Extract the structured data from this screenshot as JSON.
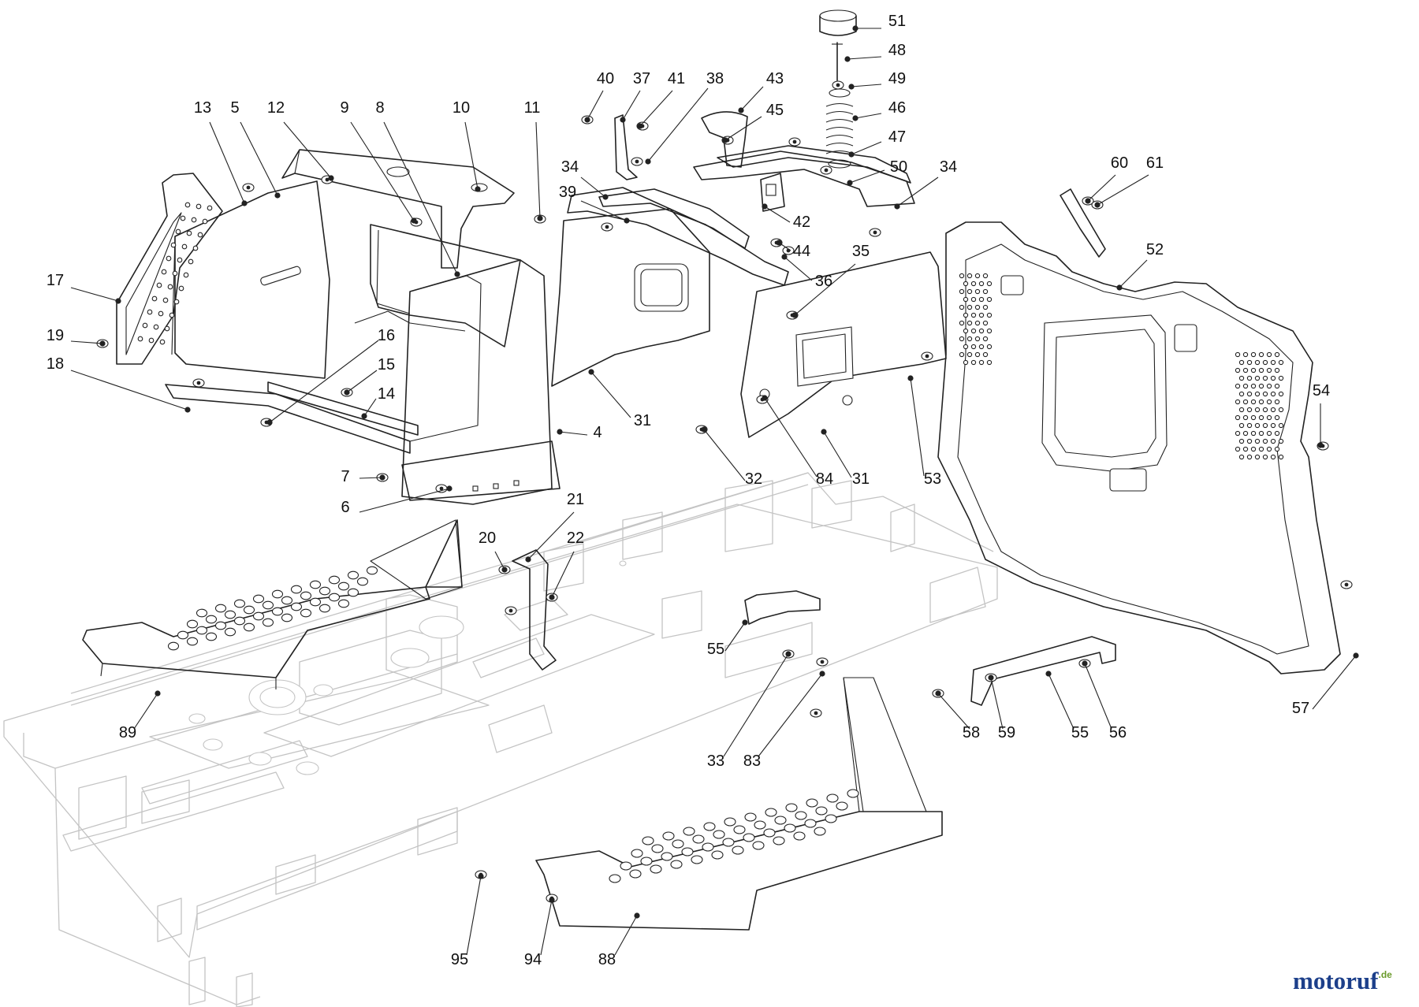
{
  "figure": {
    "watermark_main": "motoruf",
    "watermark_tld": ".de",
    "colors": {
      "line": "#222222",
      "ghost": "#c4c4c4",
      "watermark_blue": "#1c3f8a",
      "watermark_green": "#6a9a2a"
    }
  },
  "callouts": [
    {
      "label": "51"
    },
    {
      "label": "48"
    },
    {
      "label": "49"
    },
    {
      "label": "46"
    },
    {
      "label": "47"
    },
    {
      "label": "50"
    },
    {
      "label": "34"
    },
    {
      "label": "43"
    },
    {
      "label": "45"
    },
    {
      "label": "40"
    },
    {
      "label": "37"
    },
    {
      "label": "41"
    },
    {
      "label": "38"
    },
    {
      "label": "34"
    },
    {
      "label": "39"
    },
    {
      "label": "42"
    },
    {
      "label": "44"
    },
    {
      "label": "36"
    },
    {
      "label": "35"
    },
    {
      "label": "13"
    },
    {
      "label": "5"
    },
    {
      "label": "12"
    },
    {
      "label": "9"
    },
    {
      "label": "8"
    },
    {
      "label": "10"
    },
    {
      "label": "11"
    },
    {
      "label": "17"
    },
    {
      "label": "19"
    },
    {
      "label": "18"
    },
    {
      "label": "16"
    },
    {
      "label": "15"
    },
    {
      "label": "14"
    },
    {
      "label": "4"
    },
    {
      "label": "7"
    },
    {
      "label": "6"
    },
    {
      "label": "31"
    },
    {
      "label": "32"
    },
    {
      "label": "84"
    },
    {
      "label": "31"
    },
    {
      "label": "53"
    },
    {
      "label": "60"
    },
    {
      "label": "61"
    },
    {
      "label": "52"
    },
    {
      "label": "54"
    },
    {
      "label": "57"
    },
    {
      "label": "21"
    },
    {
      "label": "20"
    },
    {
      "label": "22"
    },
    {
      "label": "55"
    },
    {
      "label": "89"
    },
    {
      "label": "33"
    },
    {
      "label": "83"
    },
    {
      "label": "58"
    },
    {
      "label": "59"
    },
    {
      "label": "55"
    },
    {
      "label": "56"
    },
    {
      "label": "95"
    },
    {
      "label": "94"
    },
    {
      "label": "88"
    }
  ]
}
